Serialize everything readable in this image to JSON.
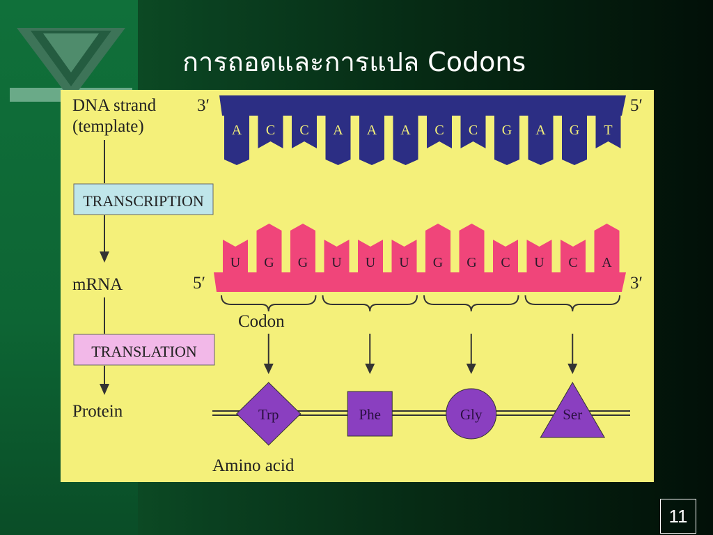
{
  "slide": {
    "title": "การถอดและการแปล Codons",
    "number": "11"
  },
  "diagram": {
    "dna_label_1": "DNA strand",
    "dna_label_2": "(template)",
    "dna_end_left": "3′",
    "dna_end_right": "5′",
    "dna_bases": [
      "A",
      "C",
      "C",
      "A",
      "A",
      "A",
      "C",
      "C",
      "G",
      "A",
      "G",
      "T"
    ],
    "transcription_label": "TRANSCRIPTION",
    "mrna_label": "mRNA",
    "mrna_end_left": "5′",
    "mrna_end_right": "3′",
    "mrna_bases": [
      "U",
      "G",
      "G",
      "U",
      "U",
      "U",
      "G",
      "G",
      "C",
      "U",
      "C",
      "A"
    ],
    "codon_label": "Codon",
    "translation_label": "TRANSLATION",
    "protein_label": "Protein",
    "amino_acid_label": "Amino acid",
    "amino_acids": [
      {
        "name": "Trp",
        "shape": "diamond"
      },
      {
        "name": "Phe",
        "shape": "square"
      },
      {
        "name": "Gly",
        "shape": "circle"
      },
      {
        "name": "Ser",
        "shape": "triangle"
      }
    ],
    "colors": {
      "background": "#f4f07a",
      "dna": "#2c2e84",
      "mrna": "#f0457a",
      "amino_acid": "#8a3fc0",
      "transcription_box": "#bfe6ea",
      "translation_box": "#f2b8e8"
    }
  }
}
